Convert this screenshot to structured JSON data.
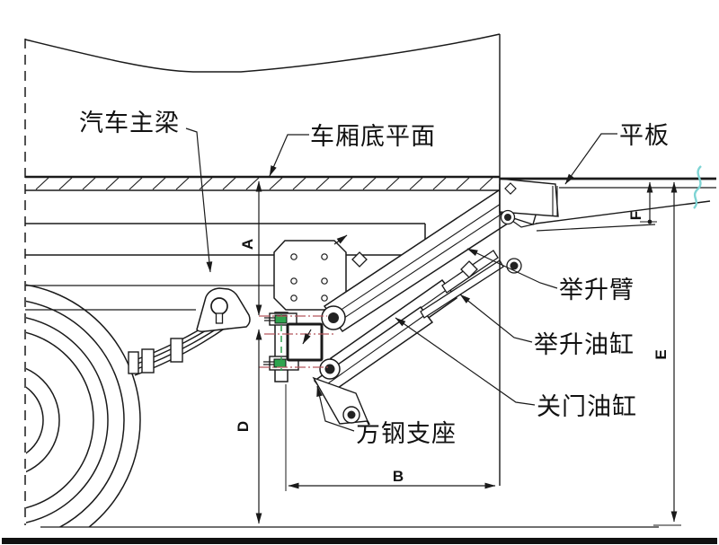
{
  "drawing": {
    "type": "truck tail-lift mechanism side-view engineering drawing",
    "labels": {
      "truck_main_beam": "汽车主梁",
      "cargo_floor_plane": "车厢底平面",
      "platform": "平板",
      "lift_arm": "举升臂",
      "lift_cylinder": "举升油缸",
      "door_close_cylinder": "关门油缸",
      "square_steel_support": "方钢支座"
    },
    "dimensions": {
      "a": "A",
      "b": "B",
      "d": "D",
      "e": "E",
      "f": "F"
    },
    "colors": {
      "line": "#1a1a1a",
      "centerline_red": "#b5565c",
      "detail_green": "#2fa44f",
      "break_line_cyan": "#7ed4d4",
      "background": "#ffffff"
    }
  }
}
